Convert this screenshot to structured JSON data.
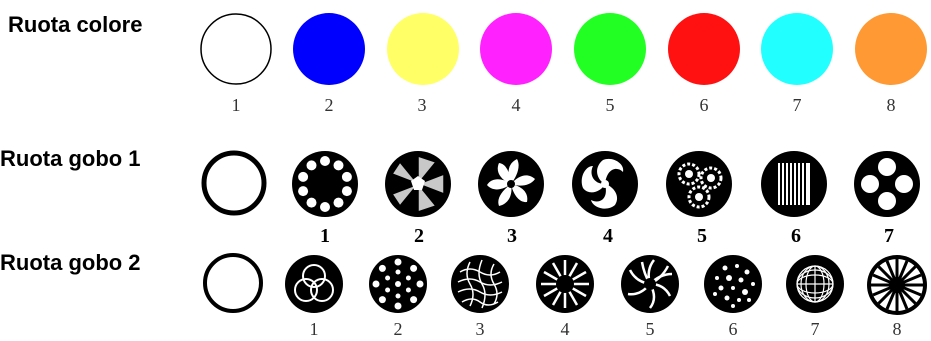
{
  "rows": {
    "color_wheel": {
      "label": "Ruota colore",
      "items": [
        {
          "number": "1",
          "color": "#ffffff",
          "icon": "open-white-circle-icon"
        },
        {
          "number": "2",
          "color": "#0000ff",
          "icon": "blue-circle-icon"
        },
        {
          "number": "3",
          "color": "#ffff66",
          "icon": "yellow-circle-icon"
        },
        {
          "number": "4",
          "color": "#ff22ff",
          "icon": "magenta-circle-icon"
        },
        {
          "number": "5",
          "color": "#22ff22",
          "icon": "green-circle-icon"
        },
        {
          "number": "6",
          "color": "#ff1111",
          "icon": "red-circle-icon"
        },
        {
          "number": "7",
          "color": "#22ffff",
          "icon": "cyan-circle-icon"
        },
        {
          "number": "8",
          "color": "#ff9933",
          "icon": "orange-circle-icon"
        }
      ]
    },
    "gobo_wheel_1": {
      "label": "Ruota gobo 1",
      "items": [
        {
          "number": "",
          "icon": "open-gobo-icon"
        },
        {
          "number": "1",
          "icon": "dot-ring-gobo-icon"
        },
        {
          "number": "2",
          "icon": "shutter-gobo-icon"
        },
        {
          "number": "3",
          "icon": "pinwheel-gobo-icon"
        },
        {
          "number": "4",
          "icon": "triple-swirl-gobo-icon"
        },
        {
          "number": "5",
          "icon": "bubble-cluster-gobo-icon"
        },
        {
          "number": "6",
          "icon": "vertical-bars-gobo-icon"
        },
        {
          "number": "7",
          "icon": "four-dots-gobo-icon"
        }
      ]
    },
    "gobo_wheel_2": {
      "label": "Ruota gobo 2",
      "items": [
        {
          "number": "",
          "icon": "open-gobo-icon"
        },
        {
          "number": "1",
          "icon": "interlocking-rings-gobo-icon"
        },
        {
          "number": "2",
          "icon": "concentric-dots-gobo-icon"
        },
        {
          "number": "3",
          "icon": "wavy-grid-gobo-icon"
        },
        {
          "number": "4",
          "icon": "burst-gobo-icon"
        },
        {
          "number": "5",
          "icon": "spiral-gobo-icon"
        },
        {
          "number": "6",
          "icon": "scattered-dots-gobo-icon"
        },
        {
          "number": "7",
          "icon": "globe-grid-gobo-icon"
        },
        {
          "number": "8",
          "icon": "radial-spokes-gobo-icon"
        }
      ]
    }
  }
}
